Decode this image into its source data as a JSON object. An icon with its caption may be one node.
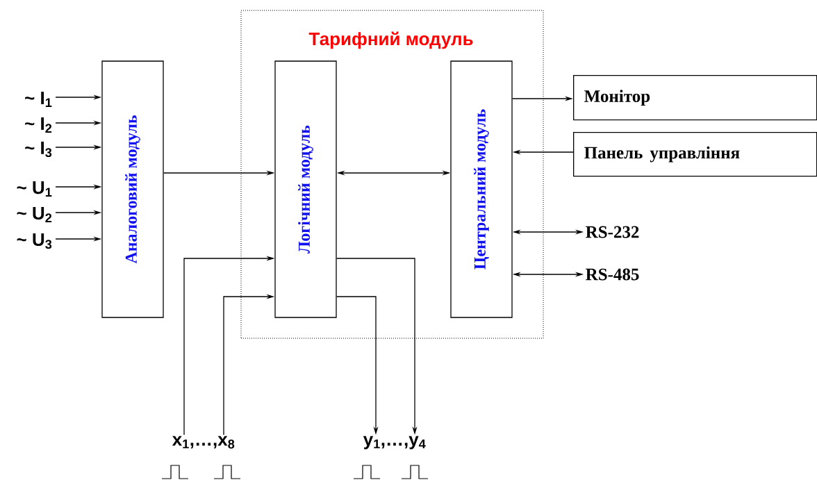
{
  "diagram": {
    "nodes": [
      {
        "text": [
          "Тарифний модуль"
        ]
      },
      {
        "text": [
          "Аналоговий модуль"
        ]
      },
      {
        "text": [
          "Логічний модуль"
        ],
        "in": 0
      },
      {
        "text": [
          "Центральний модуль"
        ],
        "in": 0
      },
      {
        "text": [
          "Монітор"
        ]
      },
      {
        "text": [
          "Панель управління"
        ]
      },
      {
        "text": [
          "~ I$_{1}$"
        ]
      },
      {
        "text": [
          "~ I$_{2}$"
        ]
      },
      {
        "text": [
          "~ I$_{3}$"
        ]
      },
      {
        "text": [
          "~ U$_{1}$"
        ]
      },
      {
        "text": [
          "~ U$_{2}$"
        ]
      },
      {
        "text": [
          "~ U$_{3}$"
        ]
      },
      {
        "text": [
          "RS-232"
        ]
      },
      {
        "text": [
          "RS-485"
        ]
      },
      {
        "text": [
          "x$_{1}$,…,x$_{8}$"
        ]
      },
      {
        "text": [
          "y$_{1}$,…,y$_{4}$"
        ]
      }
    ],
    "edges": [
      {
        "from": 6,
        "to": 1,
        "arrow": "to"
      },
      {
        "from": 7,
        "to": 1,
        "arrow": "to"
      },
      {
        "from": 8,
        "to": 1,
        "arrow": "to"
      },
      {
        "from": 9,
        "to": 1,
        "arrow": "to"
      },
      {
        "from": 10,
        "to": 1,
        "arrow": "to"
      },
      {
        "from": 11,
        "to": 1,
        "arrow": "to"
      },
      {
        "from": 1,
        "to": 2,
        "arrow": "to"
      },
      {
        "from": 2,
        "to": 3,
        "arrow": "both"
      },
      {
        "from": 3,
        "to": 4,
        "arrow": "to"
      },
      {
        "from": 5,
        "to": 3,
        "arrow": "to"
      },
      {
        "from": 3,
        "to": 12,
        "arrow": "both"
      },
      {
        "from": 3,
        "to": 13,
        "arrow": "both"
      },
      {
        "from": 14,
        "to": 2,
        "arrow": "to"
      },
      {
        "from": 14,
        "to": 2,
        "arrow": "to"
      },
      {
        "from": 2,
        "to": 15,
        "arrow": "to"
      },
      {
        "from": 2,
        "to": 15,
        "arrow": "to"
      }
    ]
  }
}
